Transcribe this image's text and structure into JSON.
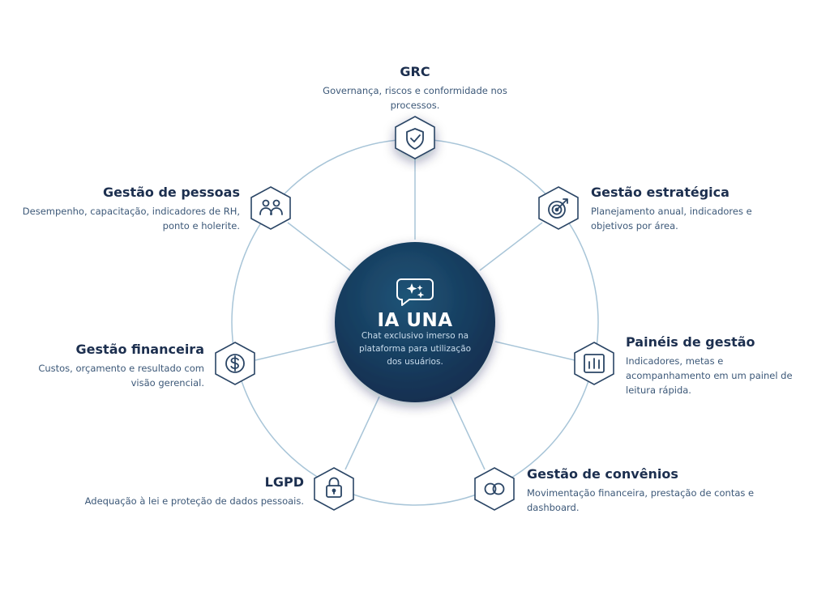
{
  "center": {
    "title": "IA UNA",
    "description": "Chat exclusivo imerso na plataforma para utilização dos usuários."
  },
  "nodes": [
    {
      "key": "grc",
      "title": "GRC",
      "description": "Governança, riscos e conformidade nos processos.",
      "icon": "shield-check-icon"
    },
    {
      "key": "estrategica",
      "title": "Gestão estratégica",
      "description": "Planejamento anual, indicadores e objetivos por área.",
      "icon": "target-icon"
    },
    {
      "key": "paineis",
      "title": "Painéis de gestão",
      "description": "Indicadores, metas e acompanhamento em um painel de leitura rápida.",
      "icon": "bar-chart-icon"
    },
    {
      "key": "convenios",
      "title": "Gestão de convênios",
      "description": "Movimentação financeira, prestação de contas e dashboard.",
      "icon": "linked-circles-icon"
    },
    {
      "key": "lgpd",
      "title": "LGPD",
      "description": "Adequação à lei e proteção de dados pessoais.",
      "icon": "lock-icon"
    },
    {
      "key": "financeira",
      "title": "Gestão financeira",
      "description": "Custos, orçamento e resultado com visão gerencial.",
      "icon": "dollar-icon"
    },
    {
      "key": "pessoas",
      "title": "Gestão de pessoas",
      "description": "Desempenho, capacitação, indicadores de RH, ponto e holerite.",
      "icon": "people-icon"
    }
  ],
  "colors": {
    "ring": "#a8c5d8",
    "hex_fill": "#ffffff",
    "hex_stroke": "#2a4565",
    "center_dark": "#10294a",
    "center_light": "#1f5477",
    "text_title": "#1c2f4f",
    "text_desc": "#3c5878"
  }
}
